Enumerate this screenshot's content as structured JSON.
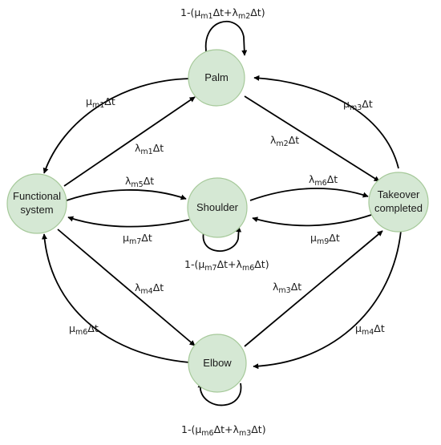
{
  "nodes": {
    "palm": {
      "label": "Palm"
    },
    "functional": {
      "line1": "Functional",
      "line2": "system"
    },
    "shoulder": {
      "label": "Shoulder"
    },
    "takeover": {
      "line1": "Takeover",
      "line2": "completed"
    },
    "elbow": {
      "label": "Elbow"
    }
  },
  "edges": {
    "palm_self": {
      "pre": "1-(μ",
      "s1": "m1",
      "mid": "Δt+λ",
      "s2": "m2",
      "post": "Δt)"
    },
    "palm_to_functional": {
      "sym": "μ",
      "sub": "m1",
      "post": "Δt"
    },
    "functional_to_palm": {
      "sym": "λ",
      "sub": "m1",
      "post": "Δt"
    },
    "takeover_to_palm": {
      "sym": "μ",
      "sub": "m3",
      "post": "Δt"
    },
    "palm_to_takeover": {
      "sym": "λ",
      "sub": "m2",
      "post": "Δt"
    },
    "functional_to_shoulder": {
      "sym": "λ",
      "sub": "m5",
      "post": "Δt"
    },
    "shoulder_to_functional": {
      "sym": "μ",
      "sub": "m7",
      "post": "Δt"
    },
    "shoulder_to_takeover": {
      "sym": "λ",
      "sub": "m6",
      "post": "Δt"
    },
    "takeover_to_shoulder": {
      "sym": "μ",
      "sub": "m9",
      "post": "Δt"
    },
    "shoulder_self": {
      "pre": "1-(μ",
      "s1": "m7",
      "mid": "Δt+λ",
      "s2": "m6",
      "post": "Δt)"
    },
    "functional_to_elbow": {
      "sym": "λ",
      "sub": "m4",
      "post": "Δt"
    },
    "elbow_to_functional": {
      "sym": "μ",
      "sub": "m6",
      "post": "Δt"
    },
    "elbow_to_takeover": {
      "sym": "λ",
      "sub": "m3",
      "post": "Δt"
    },
    "takeover_to_elbow": {
      "sym": "μ",
      "sub": "m4",
      "post": "Δt"
    },
    "elbow_self": {
      "pre": "1-(μ",
      "s1": "m6",
      "mid": "Δt+λ",
      "s2": "m3",
      "post": "Δt)"
    }
  }
}
